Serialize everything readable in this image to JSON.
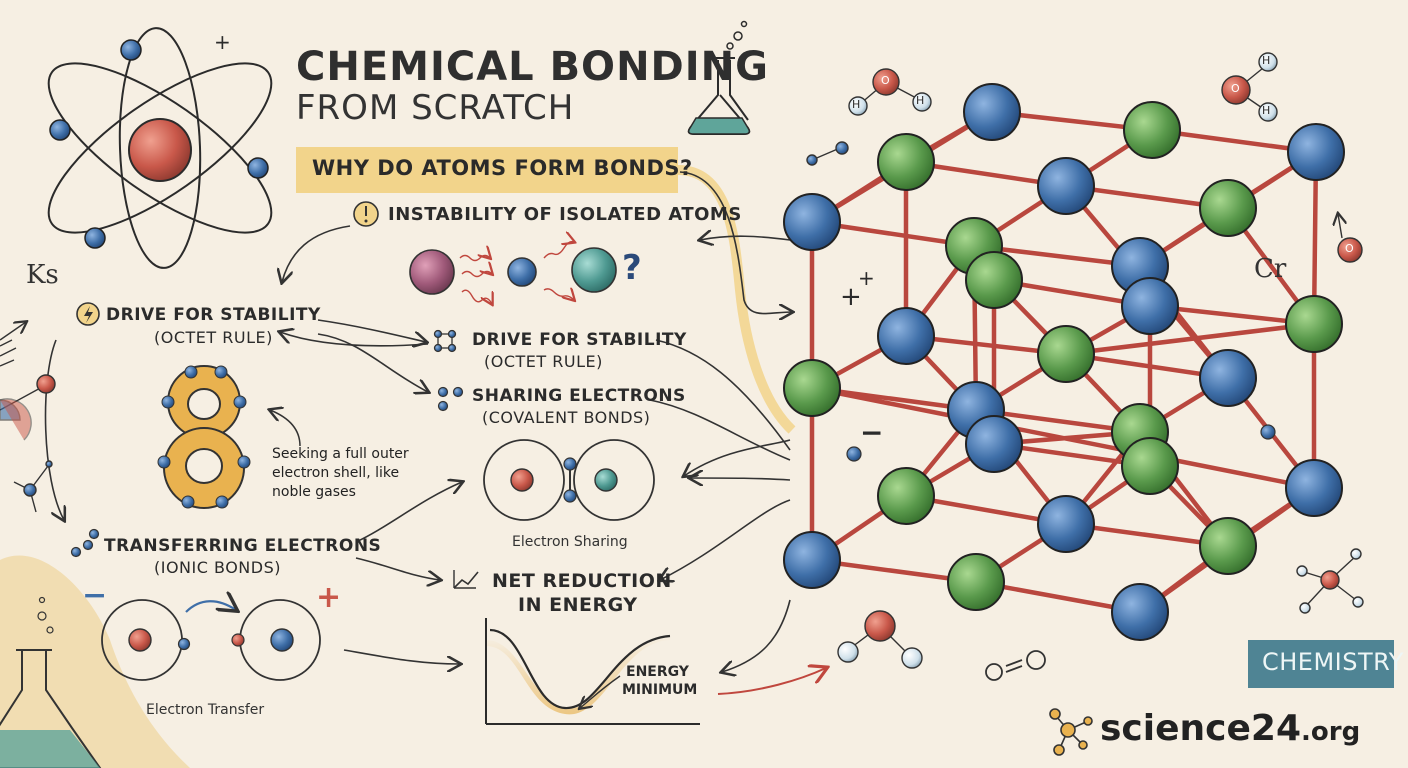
{
  "title": "CHEMICAL BONDING",
  "subtitle": "FROM SCRATCH",
  "question": "WHY DO ATOMS FORM BONDS?",
  "instability": {
    "heading": "INSTABILITY OF ISOLATED ATOMS",
    "question_mark": "?"
  },
  "drive_left": {
    "heading": "DRIVE FOR STABILITY",
    "sub": "(OCTET RULE)"
  },
  "octet": {
    "digit": "8",
    "note": "Seeking a full outer electron shell, like noble gases"
  },
  "drive_mid": {
    "heading": "DRIVE FOR STABILITY",
    "sub": "(OCTET RULE)"
  },
  "sharing": {
    "heading": "SHARING ELECTRONS",
    "sub": "(COVALENT BONDS)",
    "caption": "Electron Sharing"
  },
  "transfer": {
    "heading": "TRANSFERRING ELECTRONS",
    "sub": "(IONIC BONDS)",
    "caption": "Electron Transfer",
    "minus": "−",
    "plus": "+"
  },
  "energy": {
    "heading_line1": "NET REDUCTION",
    "heading_line2": "IN ENERGY",
    "minimum_line1": "ENERGY",
    "minimum_line2": "MINIMUM"
  },
  "doodles": {
    "ks": "Ks",
    "cr": "Cr",
    "plus1": "+",
    "plus2": "+",
    "plus3": "+",
    "minus": "−",
    "h": "H",
    "o": "O"
  },
  "tag": "CHEMISTRY",
  "brand": {
    "name": "science24",
    "tld": ".org"
  },
  "colors": {
    "background": "#f6efe3",
    "red_atom": "#c9584a",
    "blue_atom": "#3f6fa8",
    "green_atom": "#5a9a4c",
    "teal_atom": "#4f9a92",
    "bond": "#b9473e",
    "highlight": "#f2d48b",
    "octet": "#e9b24f",
    "tag": "#4f8494"
  }
}
